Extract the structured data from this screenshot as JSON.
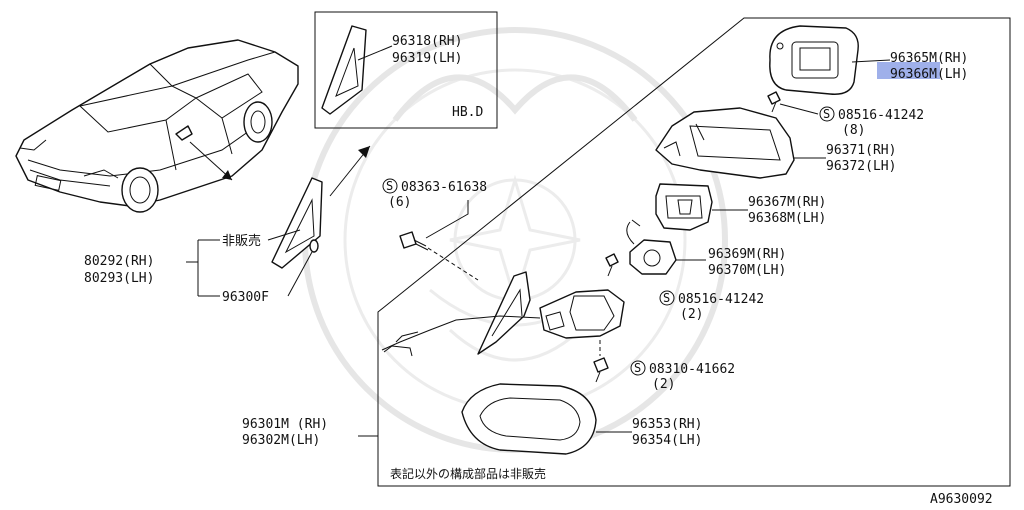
{
  "colors": {
    "ink": "#111111",
    "highlight": "#8ea2e6",
    "watermark": "#e6e6e6"
  },
  "inset": {
    "part_rh": "96318(RH)",
    "part_lh": "96319(LH)",
    "code": "HB.D"
  },
  "left": {
    "not_sold": "非販売",
    "assy_rh": "80292(RH)",
    "assy_lh": "80293(LH)",
    "finisher": "96300F"
  },
  "detail": {
    "screw_main": {
      "symbol": "S",
      "number": "08363-61638",
      "qty": "(6)"
    },
    "glass": {
      "rh": "96365M(RH)",
      "lh": "96366M(LH)"
    },
    "screw_glass": {
      "symbol": "S",
      "number": "08516-41242",
      "qty": "(8)"
    },
    "housing": {
      "rh": "96371(RH)",
      "lh": "96372(LH)"
    },
    "actuator": {
      "rh": "96367M(RH)",
      "lh": "96368M(LH)"
    },
    "motor": {
      "rh": "96369M(RH)",
      "lh": "96370M(LH)"
    },
    "screw_motor": {
      "symbol": "S",
      "number": "08516-41242",
      "qty": "(2)"
    },
    "screw_base": {
      "symbol": "S",
      "number": "08310-41662",
      "qty": "(2)"
    },
    "cover": {
      "rh": "96353(RH)",
      "lh": "96354(LH)"
    },
    "mirror_assy": {
      "rh": "96301M (RH)",
      "lh": "96302M(LH)"
    },
    "footnote": "表記以外の構成部品は非販売"
  },
  "figure_code": "A9630092"
}
